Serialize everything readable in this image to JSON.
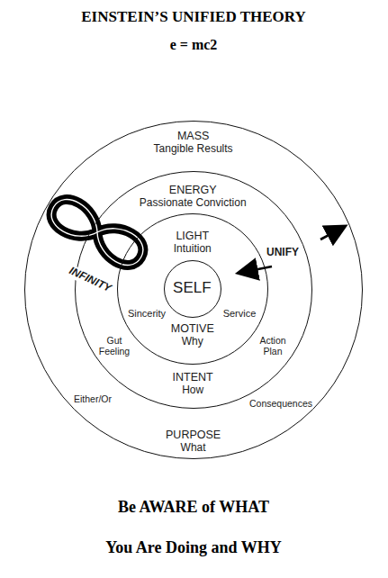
{
  "diagram": {
    "title": "EINSTEIN’S UNIFIED THEORY",
    "nodes": [
      {
        "text": [
          "MASS",
          "Tangible Results",
          "PURPOSE",
          "What"
        ]
      },
      {
        "text": [
          "ENERGY",
          "Passionate Conviction",
          "INTENT",
          "How"
        ],
        "in": 0
      },
      {
        "text": [
          "LIGHT",
          "Intuition",
          "MOTIVE",
          "Why"
        ],
        "in": 1
      },
      {
        "text": [
          "SELF"
        ],
        "in": 2
      }
    ],
    "labels": [
      "e = mc2",
      "INFINITY",
      "UNIFY",
      "Sincerity",
      "Service",
      "Gut Feeling",
      "Action Plan",
      "Either/Or",
      "Consequences",
      "Be AWARE of WHAT",
      "You Are Doing and WHY"
    ]
  }
}
